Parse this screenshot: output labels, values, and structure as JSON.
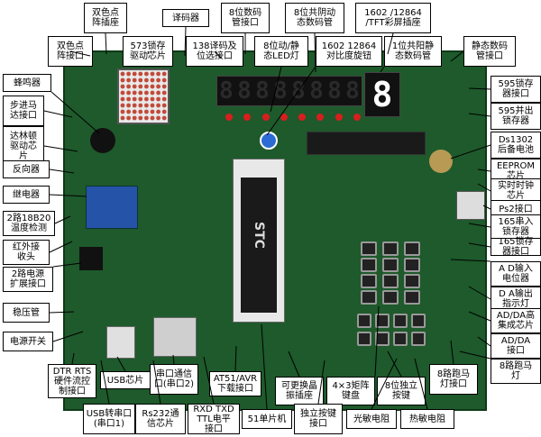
{
  "labels": [
    {
      "id": "dot-matrix-socket-top",
      "text": "双色点\n阵插座"
    },
    {
      "id": "decoder",
      "text": "译码器"
    },
    {
      "id": "seg8-socket",
      "text": "8位数码\n管接口"
    },
    {
      "id": "seg8-static-cathode",
      "text": "8位共阴动\n态数码管"
    },
    {
      "id": "lcd-socket",
      "text": "1602 /12864\n/TFT彩屏插座"
    },
    {
      "id": "dot-matrix-socket-left",
      "text": "双色点\n阵接口"
    },
    {
      "id": "latch573",
      "text": "573锁存\n驱动芯片"
    },
    {
      "id": "decoder138",
      "text": "138译码及\n位选接口"
    },
    {
      "id": "led8",
      "text": "8位动/静\n态LED灯"
    },
    {
      "id": "lcd-contrast",
      "text": "1602 12864\n对比度旋钮"
    },
    {
      "id": "seg1-anode",
      "text": "1位共阳静\n态数码管"
    },
    {
      "id": "static-seg-socket",
      "text": "静态数码\n管接口"
    },
    {
      "id": "buzzer",
      "text": "蜂鸣器"
    },
    {
      "id": "stepper",
      "text": "步进马\n达接口"
    },
    {
      "id": "latch595",
      "text": "595锁存\n器接口"
    },
    {
      "id": "latch595-out",
      "text": "595并出\n锁存器"
    },
    {
      "id": "darlington",
      "text": "达林顿\n驱动芯\n片"
    },
    {
      "id": "ds1302-battery",
      "text": "Ds1302\n后备电池"
    },
    {
      "id": "inverter",
      "text": "反向器"
    },
    {
      "id": "eeprom",
      "text": "EEPROM\n芯片"
    },
    {
      "id": "relay",
      "text": "继电器"
    },
    {
      "id": "rtc",
      "text": "实时时钟\n芯片"
    },
    {
      "id": "ds18b20",
      "text": "2路18B20\n温度检测"
    },
    {
      "id": "ps2",
      "text": "Ps2接口"
    },
    {
      "id": "ir",
      "text": "红外接\n收头"
    },
    {
      "id": "latch165",
      "text": "165串入\n锁存器"
    },
    {
      "id": "power-ext",
      "text": "2路电源\n扩展接口"
    },
    {
      "id": "latch165-socket",
      "text": "165锁存\n器接口"
    },
    {
      "id": "adc-pot",
      "text": "A D输入\n电位器"
    },
    {
      "id": "regulator",
      "text": "稳压管"
    },
    {
      "id": "da-led",
      "text": "D A输出\n指示灯"
    },
    {
      "id": "adda-ic",
      "text": "AD/DA高\n集成芯片"
    },
    {
      "id": "power-switch",
      "text": "电源开关"
    },
    {
      "id": "adda-socket",
      "text": "AD/DA\n接口"
    },
    {
      "id": "marquee",
      "text": "8路跑马\n灯"
    },
    {
      "id": "dtr-rts",
      "text": "DTR RTS\n硬件流控\n制接口"
    },
    {
      "id": "usb-chip",
      "text": "USB芯片"
    },
    {
      "id": "serial2",
      "text": "串口通信\n口(串口2)"
    },
    {
      "id": "at51-avr",
      "text": "AT51/AVR\n下载接口"
    },
    {
      "id": "crystal",
      "text": "可更换晶\n振插座"
    },
    {
      "id": "matrix-kb",
      "text": "4×3矩阵\n键盘"
    },
    {
      "id": "keys8",
      "text": "8位独立\n按键"
    },
    {
      "id": "marquee-socket",
      "text": "8路跑马\n灯接口"
    },
    {
      "id": "usb-serial1",
      "text": "USB转串口\n(串口1)"
    },
    {
      "id": "rs232",
      "text": "Rs232通\n信芯片"
    },
    {
      "id": "rxd-txd",
      "text": "RXD TXD\nTTL电平\n接口"
    },
    {
      "id": "mcu51",
      "text": "51单片机"
    },
    {
      "id": "key-socket",
      "text": "独立按键\n接口"
    },
    {
      "id": "photoresistor",
      "text": "光敏电阻"
    },
    {
      "id": "thermistor",
      "text": "热敏电阻"
    }
  ],
  "board": {
    "seven_seg_digits": [
      "8",
      "8",
      "8",
      "8",
      "8",
      "8",
      "8",
      "8"
    ],
    "single_digit": "8",
    "mcu_brand": "STC",
    "colors": {
      "pcb": "#1e5a2b",
      "chip": "#1a1a1a",
      "led_red": "#d81e1e",
      "matrix_bg": "#e9e9e9",
      "matrix_dot": "#c24a3a"
    }
  }
}
